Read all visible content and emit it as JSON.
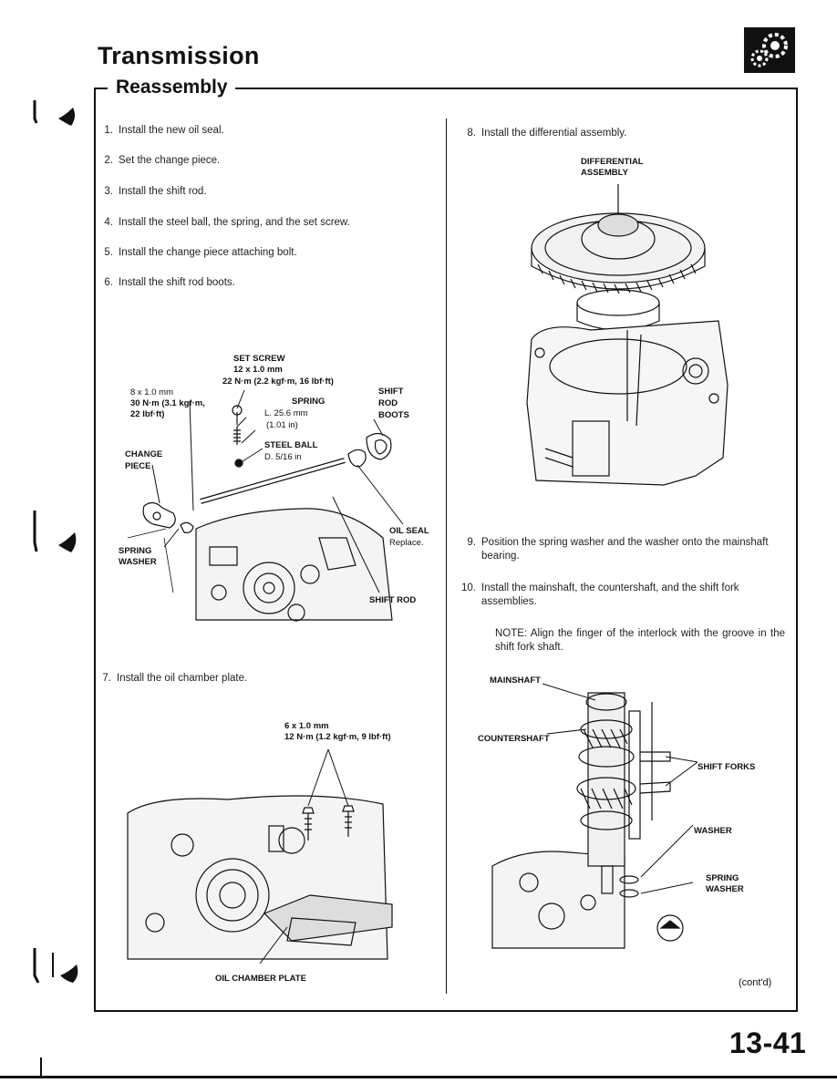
{
  "header": {
    "title": "Transmission",
    "section": "Reassembly"
  },
  "left_steps": [
    {
      "num": "1.",
      "text": "Install the new oil seal."
    },
    {
      "num": "2.",
      "text": "Set the change piece."
    },
    {
      "num": "3.",
      "text": "Install the shift rod."
    },
    {
      "num": "4.",
      "text": "Install the steel ball, the spring, and the set screw."
    },
    {
      "num": "5.",
      "text": "Install the change piece attaching bolt."
    },
    {
      "num": "6.",
      "text": "Install the shift rod boots."
    }
  ],
  "figure1": {
    "set_screw": "SET SCREW",
    "set_screw_size": "12 x 1.0 mm",
    "set_screw_torque": "22 N·m (2.2 kgf·m, 16 lbf·ft)",
    "bolt_size": "8 x 1.0 mm",
    "bolt_torque_1": "30 N·m (3.1 kgf·m,",
    "bolt_torque_2": "22 lbf·ft)",
    "shift_rod_boots_1": "SHIFT",
    "shift_rod_boots_2": "ROD",
    "shift_rod_boots_3": "BOOTS",
    "spring": "SPRING",
    "spring_length": "L. 25.6 mm",
    "spring_length_in": "(1.01 in)",
    "steel_ball": "STEEL BALL",
    "steel_ball_dia": "D. 5/16 in",
    "change_piece_1": "CHANGE",
    "change_piece_2": "PIECE",
    "spring_washer_1": "SPRING",
    "spring_washer_2": "WASHER",
    "oil_seal": "OIL SEAL",
    "oil_seal_note": "Replace.",
    "shift_rod": "SHIFT ROD"
  },
  "step7": {
    "num": "7.",
    "text": "Install the oil chamber plate."
  },
  "figure2": {
    "bolt_size": "6 x 1.0 mm",
    "bolt_torque": "12 N·m (1.2 kgf·m, 9 lbf·ft)",
    "plate": "OIL CHAMBER PLATE"
  },
  "step8": {
    "num": "8.",
    "text": "Install the differential assembly."
  },
  "figure3": {
    "label_1": "DIFFERENTIAL",
    "label_2": "ASSEMBLY"
  },
  "step9": {
    "num": "9.",
    "text": "Position the spring washer and the washer onto the mainshaft bearing."
  },
  "step10": {
    "num": "10.",
    "text": "Install the mainshaft, the countershaft, and the shift fork assemblies."
  },
  "note": "NOTE: Align the finger of the interlock with the groove in the shift fork shaft.",
  "figure4": {
    "mainshaft": "MAINSHAFT",
    "countershaft": "COUNTERSHAFT",
    "shift_forks": "SHIFT FORKS",
    "washer": "WASHER",
    "spring_washer_1": "SPRING",
    "spring_washer_2": "WASHER"
  },
  "contd": "(cont'd)",
  "page_number": "13-41"
}
